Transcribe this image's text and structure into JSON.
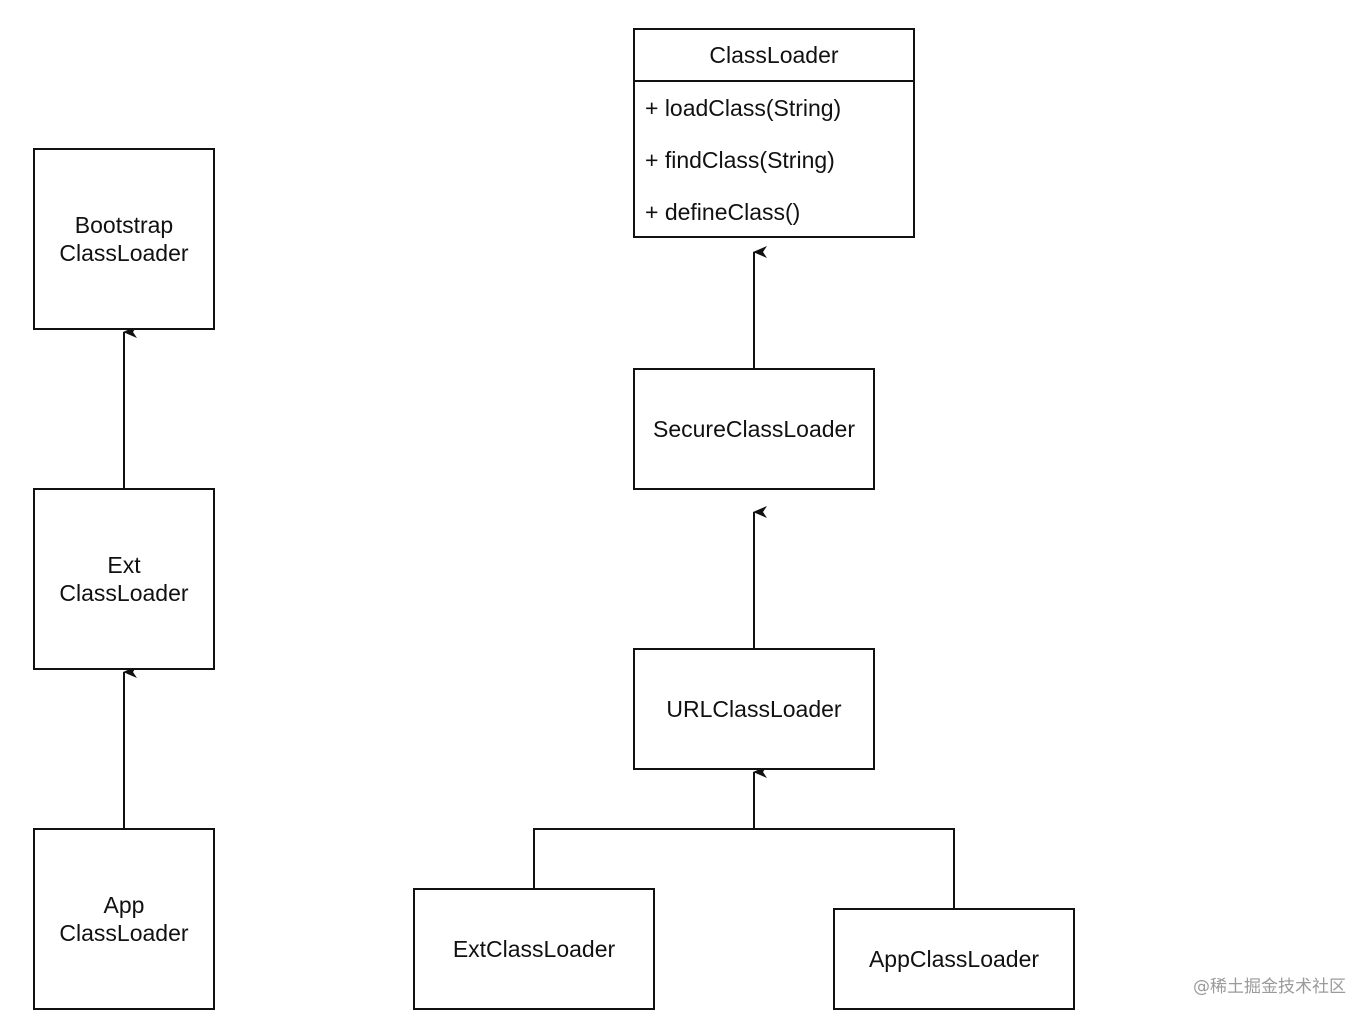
{
  "left_chain": {
    "bootstrap": "Bootstrap\nClassLoader",
    "ext": "Ext\nClassLoader",
    "app": "App\nClassLoader"
  },
  "hierarchy": {
    "classloader": {
      "name": "ClassLoader",
      "methods": [
        "+ loadClass(String)",
        "+ findClass(String)",
        "+ defineClass()"
      ]
    },
    "secure": "SecureClassLoader",
    "url": "URLClassLoader",
    "ext": "ExtClassLoader",
    "app": "AppClassLoader"
  },
  "watermark": "@稀土掘金技术社区"
}
